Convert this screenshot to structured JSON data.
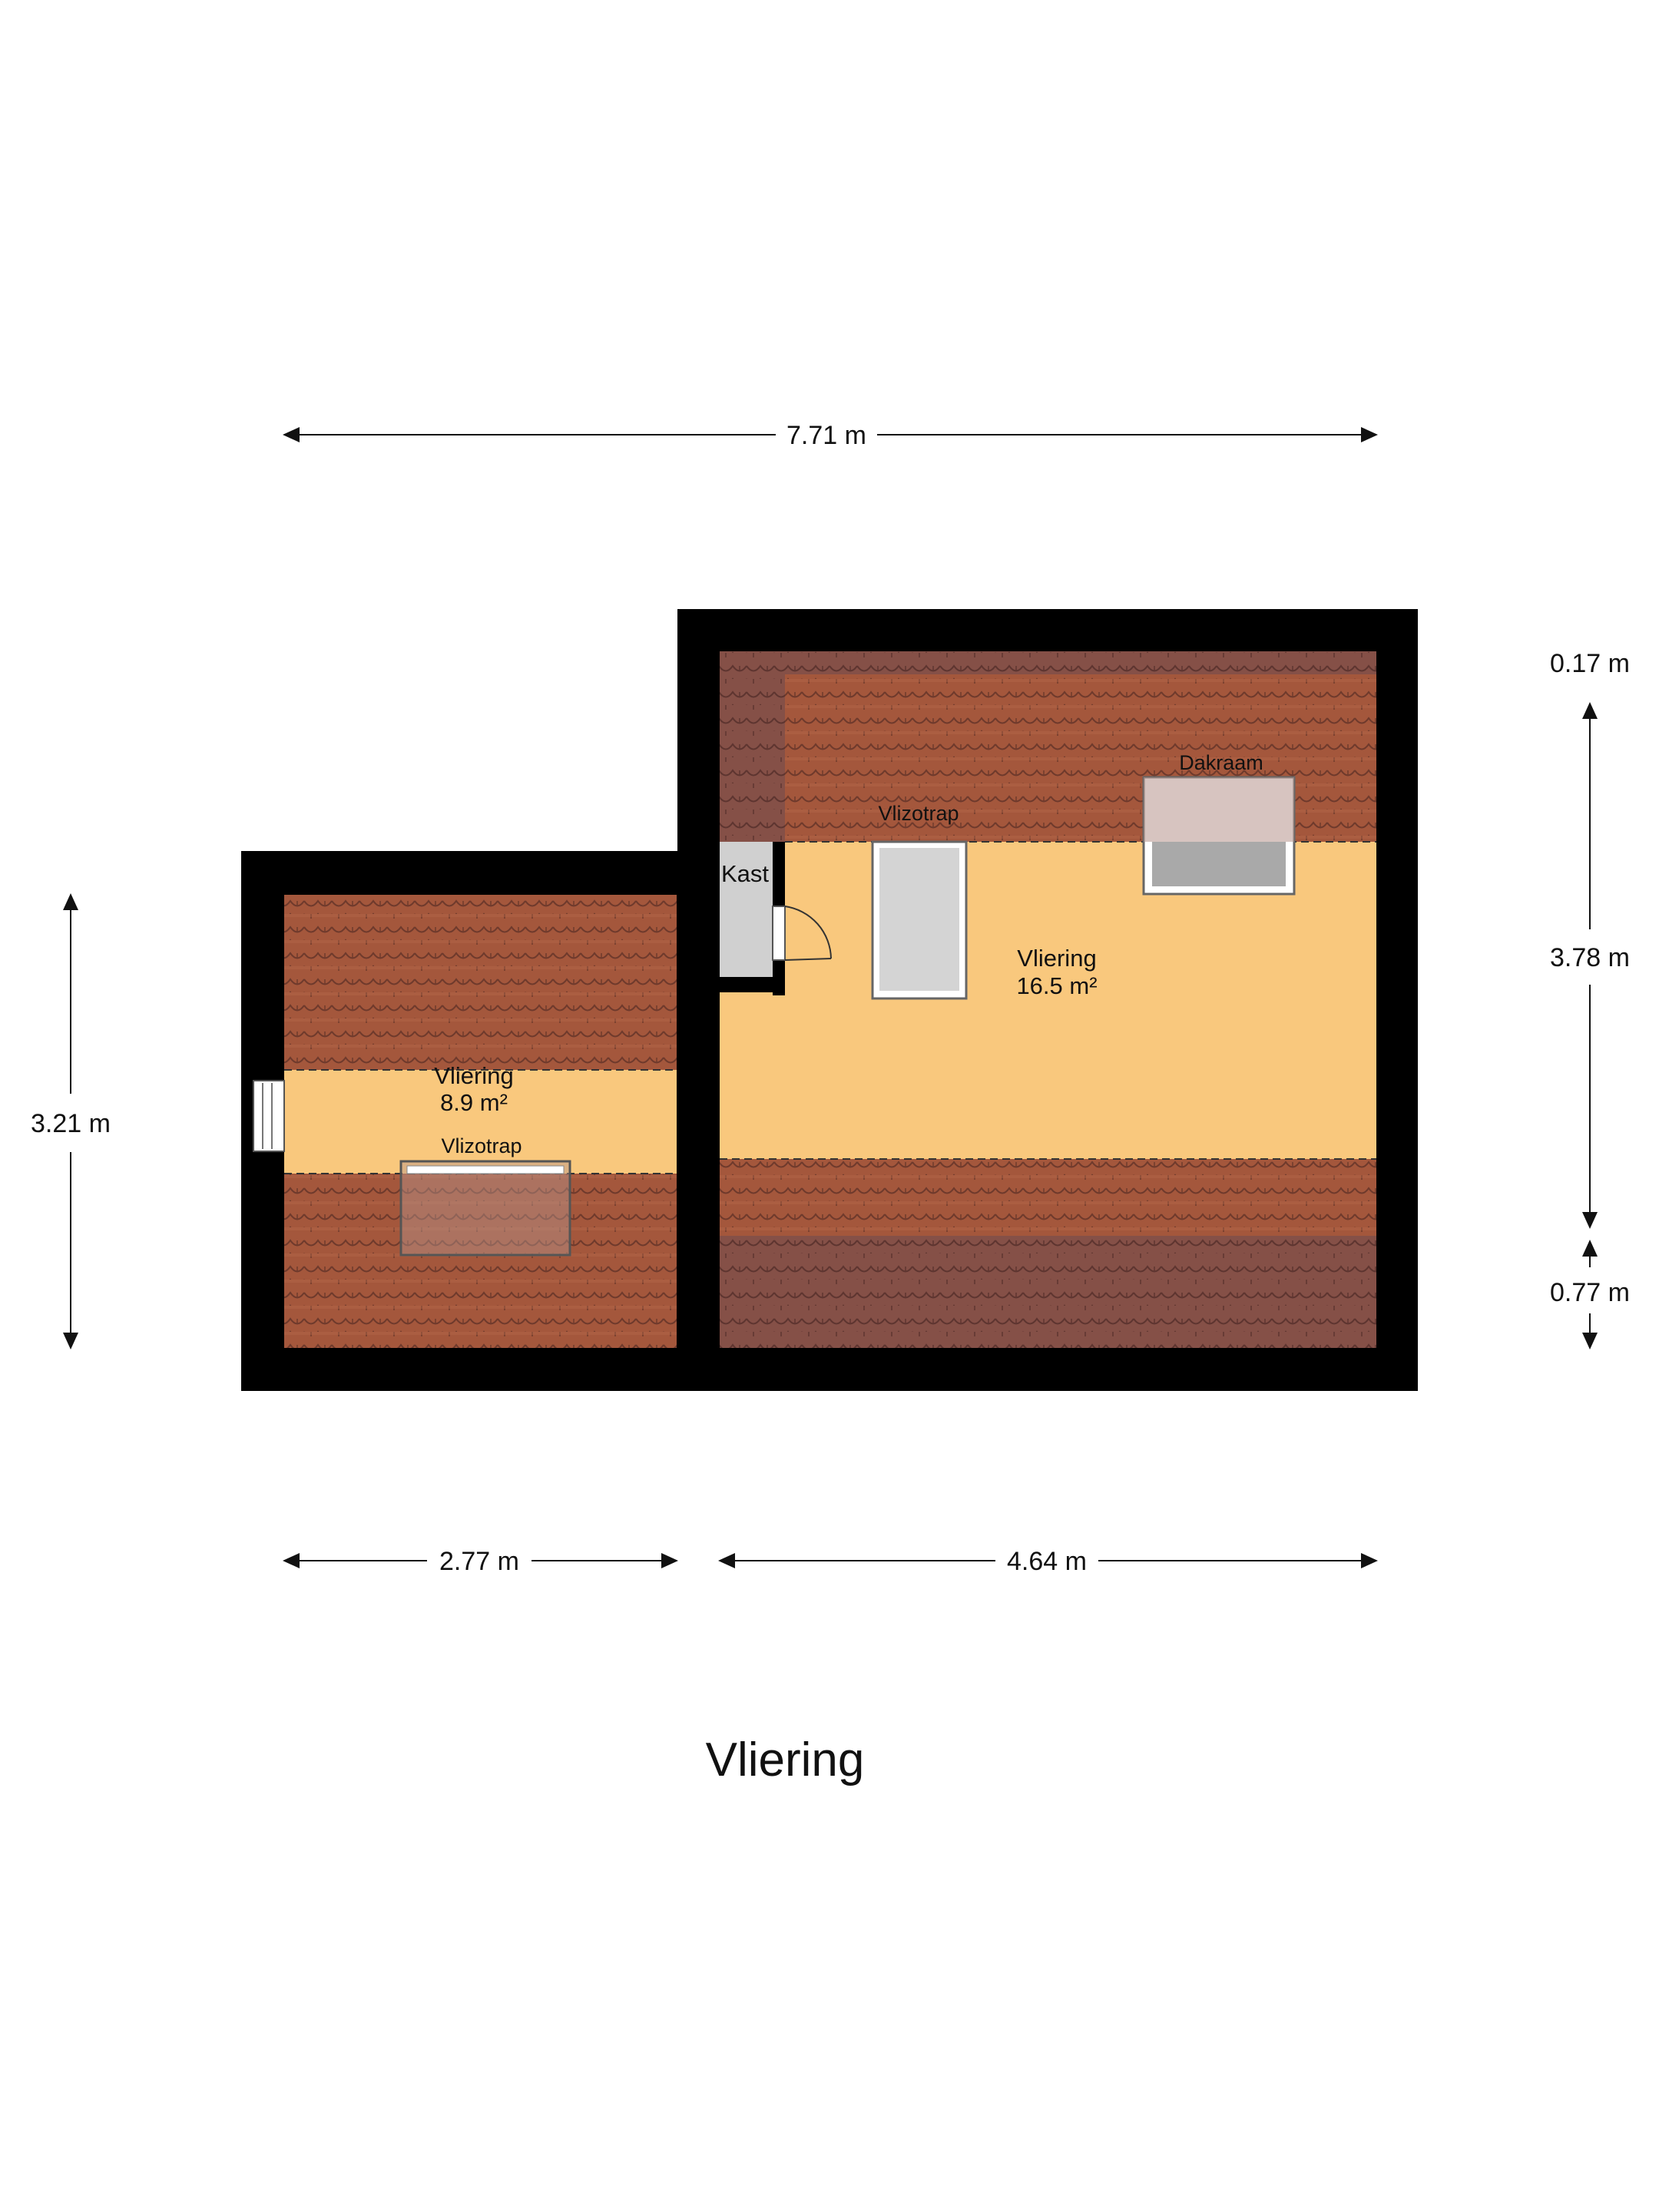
{
  "title": "Vliering",
  "dimensions": {
    "top_total": "7.71 m",
    "bottom_left": "2.77 m",
    "bottom_right": "4.64 m",
    "left_height": "3.21 m",
    "right_top": "0.17 m",
    "right_middle": "3.78 m",
    "right_bottom": "0.77 m"
  },
  "rooms": {
    "left": {
      "name": "Vliering",
      "area": "8.9 m²",
      "hatch_label": "Vlizotrap"
    },
    "right": {
      "name": "Vliering",
      "area": "16.5 m²",
      "hatch_label": "Vlizotrap",
      "skylight_label": "Dakraam"
    },
    "closet": {
      "name": "Kast"
    }
  },
  "colors": {
    "wall": "#000000",
    "floor": "#f9c87d",
    "roof_tile": "#a4573c",
    "roof_tile_dark": "#7f4434",
    "closet": "#d0d0d0"
  }
}
